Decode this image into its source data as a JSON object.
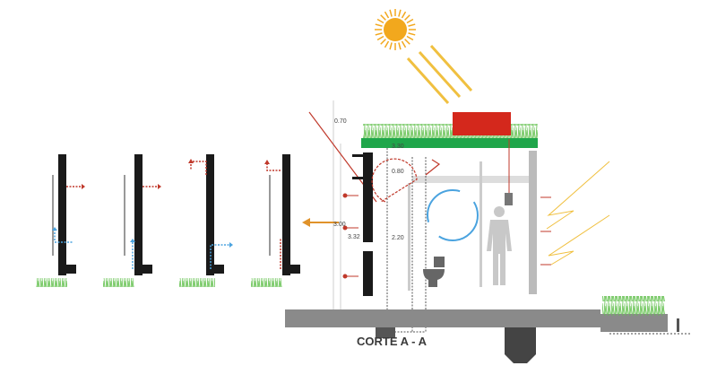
{
  "title": "CORTE A - A",
  "dimensions": {
    "top_gap": "0.70",
    "roof_width": "3.30",
    "window_height": "0.80",
    "total_height": "3.00",
    "wall_height": "3.32",
    "interior_height": "2.20"
  },
  "colors": {
    "sun": "#f2a81d",
    "sun_rays": "#f0c040",
    "airflow_hot": "#c0392b",
    "airflow_cool": "#4aa3df",
    "roof_green": "#1fa64a",
    "solar_panel": "#d4281c",
    "wall": "#1a1a1a",
    "slab": "#8a8a8a",
    "grass": "#5fbf4a",
    "heat_arrow": "#e0922a"
  }
}
